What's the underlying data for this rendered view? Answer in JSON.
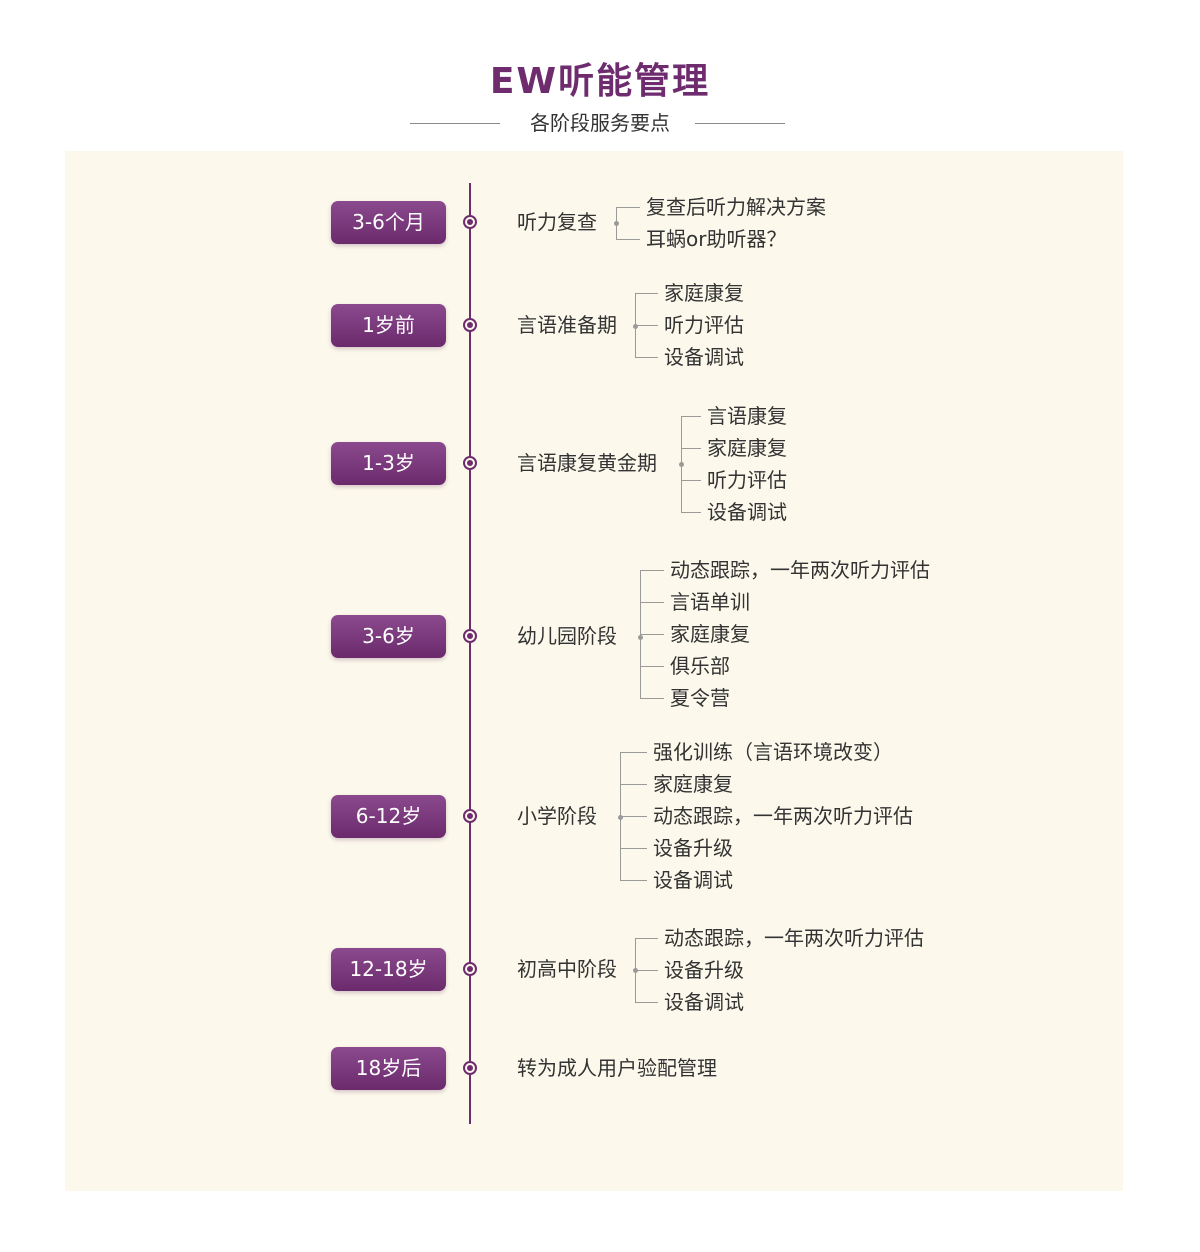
{
  "header": {
    "title": "EW听能管理",
    "subtitle": "各阶段服务要点"
  },
  "stages": [
    {
      "age": "3-6个月",
      "phase": "听力复查",
      "items": [
        "复查后听力解决方案",
        "耳蜗or助听器？"
      ]
    },
    {
      "age": "1岁前",
      "phase": "言语准备期",
      "items": [
        "家庭康复",
        "听力评估",
        "设备调试"
      ]
    },
    {
      "age": "1-3岁",
      "phase": "言语康复黄金期",
      "items": [
        "言语康复",
        "家庭康复",
        "听力评估",
        "设备调试"
      ]
    },
    {
      "age": "3-6岁",
      "phase": "幼儿园阶段",
      "items": [
        "动态跟踪，一年两次听力评估",
        "言语单训",
        "家庭康复",
        "俱乐部",
        "夏令营"
      ]
    },
    {
      "age": "6-12岁",
      "phase": "小学阶段",
      "items": [
        "强化训练（言语环境改变）",
        "家庭康复",
        "动态跟踪，一年两次听力评估",
        "设备升级",
        "设备调试"
      ]
    },
    {
      "age": "12-18岁",
      "phase": "初高中阶段",
      "items": [
        "动态跟踪，一年两次听力评估",
        "设备升级",
        "设备调试"
      ]
    },
    {
      "age": "18岁后",
      "phase": "转为成人用户验配管理",
      "items": []
    }
  ],
  "colors": {
    "accent": "#6e2c6e",
    "panel": "#fcf9ec",
    "text": "#333333",
    "bracket": "#9a9a9a"
  }
}
